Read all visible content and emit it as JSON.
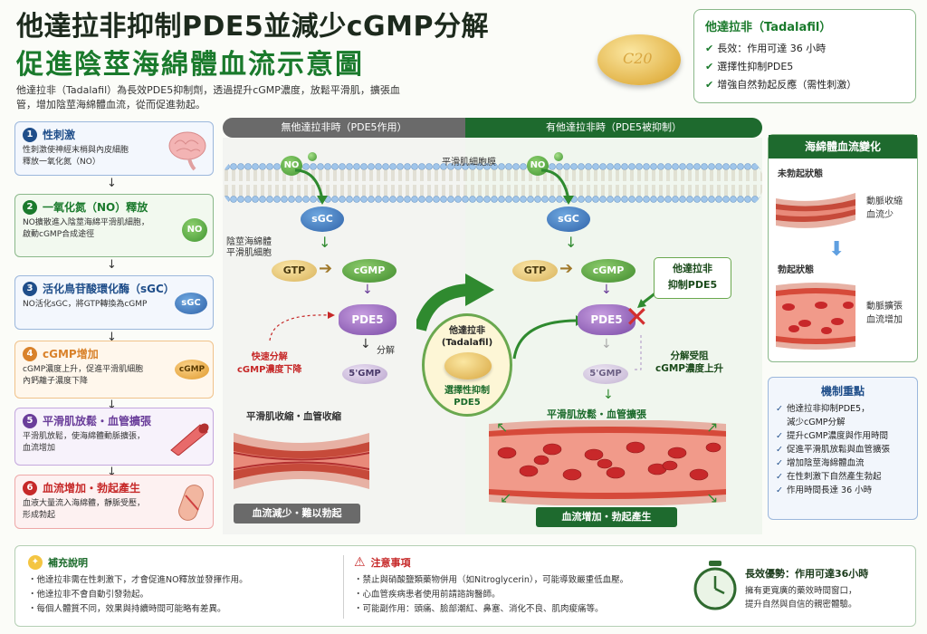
{
  "title": {
    "line1": "他達拉非抑制PDE5並減少cGMP分解",
    "line2": "促進陰莖海綿體血流示意圖",
    "intro": "他達拉非（Tadalafil）為長效PDE5抑制劑，透過提升cGMP濃度，放鬆平滑肌，擴張血管，增加陰莖海綿體血流，從而促進勃起。"
  },
  "pill_text": "C20",
  "summary": {
    "title": "他達拉非（Tadalafil）",
    "items": [
      "長效：作用可達 36 小時",
      "選擇性抑制PDE5",
      "增強自然勃起反應（需性刺激）"
    ]
  },
  "steps": [
    {
      "num": "1",
      "title": "性刺激",
      "desc": "性刺激使神經末梢與內皮細胞\n釋放一氧化氮（NO）",
      "color": "#1f4e8a"
    },
    {
      "num": "2",
      "title": "一氧化氮（NO）釋放",
      "desc": "NO擴散進入陰莖海綿平滑肌細胞，\n啟動cGMP合成途徑",
      "color": "#1a7a2c",
      "icon": "NO"
    },
    {
      "num": "3",
      "title": "活化鳥苷酸環化酶（sGC）",
      "desc": "NO活化sGC，將GTP轉換為cGMP",
      "color": "#1f4e8a",
      "icon": "sGC"
    },
    {
      "num": "4",
      "title": "cGMP增加",
      "desc": "cGMP濃度上升，促進平滑肌細胞\n內鈣離子濃度下降",
      "color": "#d9822b",
      "icon": "cGMP"
    },
    {
      "num": "5",
      "title": "平滑肌放鬆・血管擴張",
      "desc": "平滑肌放鬆，使海綿體動脈擴張，\n血流增加",
      "color": "#6a3d9a"
    },
    {
      "num": "6",
      "title": "血流增加・勃起產生",
      "desc": "血液大量流入海綿體，靜脈受壓，\n形成勃起",
      "color": "#c62828"
    }
  ],
  "panels": {
    "left_banner": "無他達拉非時（PDE5作用）",
    "right_banner": "有他達拉非時（PDE5被抑制）",
    "membrane_label": "平滑肌細胞膜",
    "cell_label": "陰莖海綿體\n平滑肌細胞",
    "no": "NO",
    "sgc": "sGC",
    "gtp": "GTP",
    "cgmp": "cGMP",
    "pde5": "PDE5",
    "gmp5": "5'GMP",
    "decompose": "分解",
    "fast_decompose": "快速分解\ncGMP濃度下降",
    "left_vessel_title": "平滑肌收縮・血管收縮",
    "left_bottom": "血流減少・難以勃起",
    "tadalafil_name": "他達拉非\n(Tadalafil)",
    "tadalafil_sub": "選擇性抑制\nPDE5",
    "inhibit_label": "他達拉非\n抑制PDE5",
    "blocked": "分解受阻\ncGMP濃度上升",
    "right_vessel_title": "平滑肌放鬆・血管擴張",
    "right_bottom": "血流增加・勃起產生"
  },
  "right_box": {
    "title": "海綿體血流變化",
    "before_title": "未勃起狀態",
    "before_desc": "動脈收縮\n血流少",
    "after_title": "勃起狀態",
    "after_desc": "動脈擴張\n血流增加"
  },
  "mechanism": {
    "title": "機制重點",
    "items": [
      "他達拉非抑制PDE5，\n減少cGMP分解",
      "提升cGMP濃度與作用時間",
      "促進平滑肌放鬆與血管擴張",
      "增加陰莖海綿體血流",
      "在性刺激下自然產生勃起",
      "作用時間長達 36 小時"
    ]
  },
  "bottom": {
    "note_title": "補充說明",
    "notes": [
      "・他達拉非需在性刺激下，才會促進NO釋放並發揮作用。",
      "・他達拉非不會自動引發勃起。",
      "・每個人體質不同，效果與持續時間可能略有差異。"
    ],
    "caution_title": "注意事項",
    "cautions": [
      "・禁止與硝酸鹽類藥物併用（如Nitroglycerin），可能導致嚴重低血壓。",
      "・心血管疾病患者使用前請諮詢醫師。",
      "・可能副作用：頭痛、臉部潮紅、鼻塞、消化不良、肌肉痠痛等。"
    ],
    "advantage_title": "長效優勢：作用可達36小時",
    "advantage_desc": "擁有更寬廣的藥效時間窗口，\n提升自然與自信的親密體驗。"
  }
}
